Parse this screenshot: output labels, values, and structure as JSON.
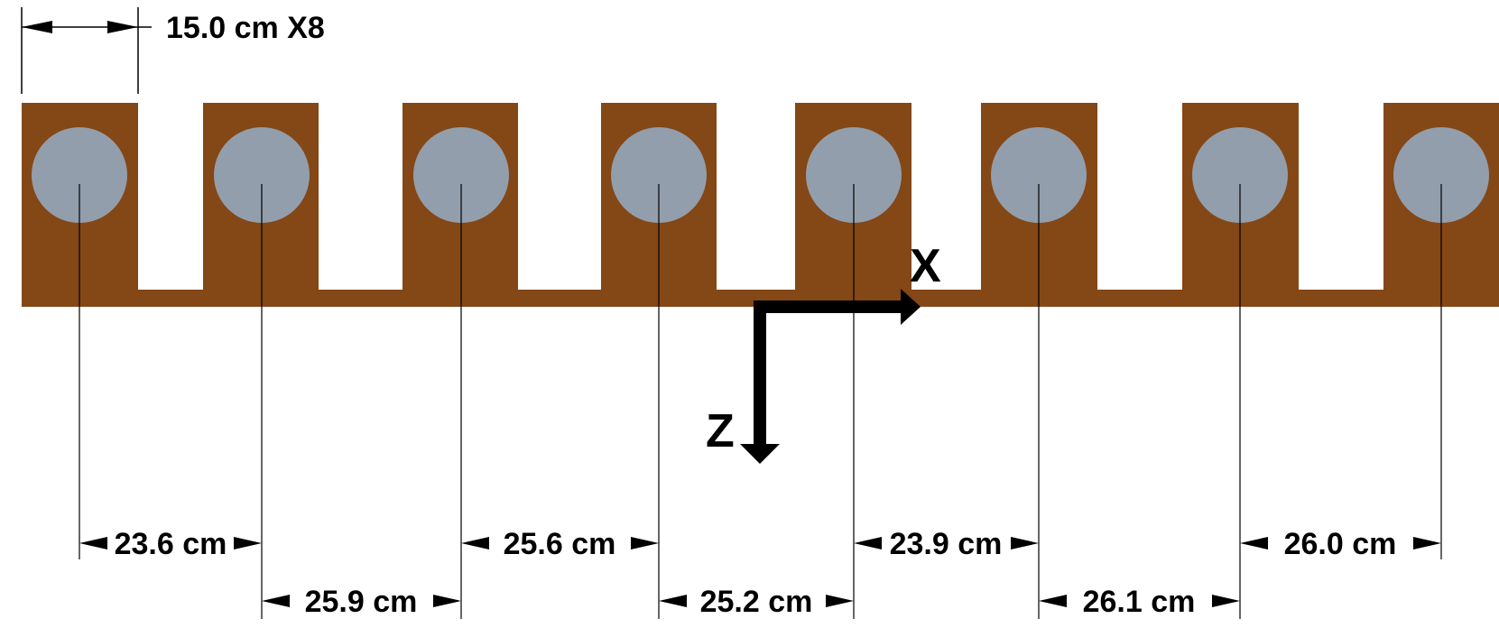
{
  "diagram": {
    "title_dimension": "15.0 cm X8",
    "element_count": 8,
    "colors": {
      "structure": "#844716",
      "circle": "#929eac",
      "line": "#000000",
      "background": "#ffffff"
    },
    "spacings": [
      {
        "label": "23.6 cm",
        "value_cm": 23.6
      },
      {
        "label": "25.9 cm",
        "value_cm": 25.9
      },
      {
        "label": "25.6 cm",
        "value_cm": 25.6
      },
      {
        "label": "25.2 cm",
        "value_cm": 25.2
      },
      {
        "label": "23.9 cm",
        "value_cm": 23.9
      },
      {
        "label": "26.1 cm",
        "value_cm": 26.1
      },
      {
        "label": "26.0 cm",
        "value_cm": 26.0
      }
    ],
    "axes": {
      "x_label": "X",
      "z_label": "Z"
    }
  }
}
